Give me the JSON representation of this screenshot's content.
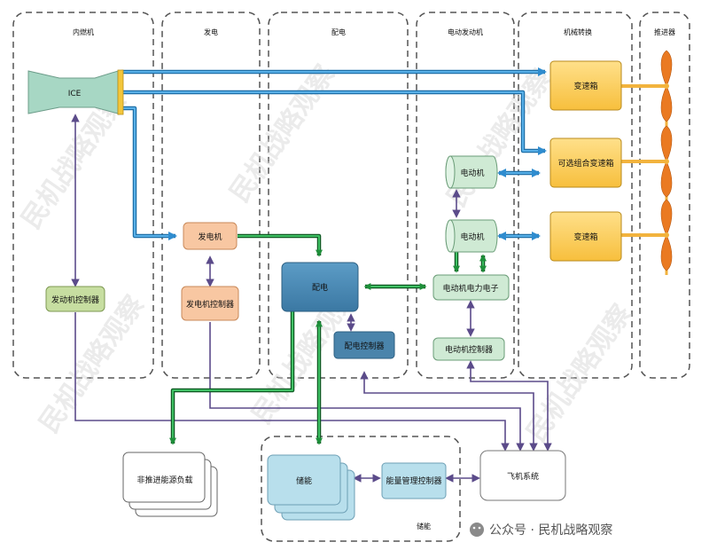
{
  "zones": {
    "engine": "内燃机",
    "generation": "发电",
    "distribution": "配电",
    "motor": "电动发动机",
    "mechanical": "机械转换",
    "propeller": "推进器",
    "storage": "储能"
  },
  "blocks": {
    "ice": "ICE",
    "engine_controller": "发动机控制器",
    "generator": "发电机",
    "generator_controller": "发电机控制器",
    "distribution": "配电",
    "distribution_controller": "配电控制器",
    "motor_1": "电动机",
    "motor_2": "电动机",
    "motor_electronics": "电动机电力电子",
    "motor_controller": "电动机控制器",
    "gearbox_1": "变速箱",
    "gearbox_2": "可选组合变速箱",
    "gearbox_3": "变速箱",
    "non_propulsive_load": "非推进能源负载",
    "storage_unit": "储能",
    "energy_mgmt_controller": "能量管理控制器",
    "aircraft_system": "飞机系统"
  },
  "watermark": {
    "text": "民机战略观察",
    "wechat": "公众号 · 民机战略观察"
  },
  "colors": {
    "blue_arrow": "#2f8ccf",
    "green_arrow": "#1e8f3a",
    "purple_arrow": "#6a5a9a",
    "ice_fill": "#a7d7c4",
    "controller_green": "#c7dea1",
    "generator_orange": "#f8c7a2",
    "distribution_blue": "#4f8fb8",
    "motor_green": "#cfead4",
    "gearbox_yellow": "#ffd067",
    "propeller_orange": "#ea7a22",
    "storage_blue": "#b8dfec"
  }
}
